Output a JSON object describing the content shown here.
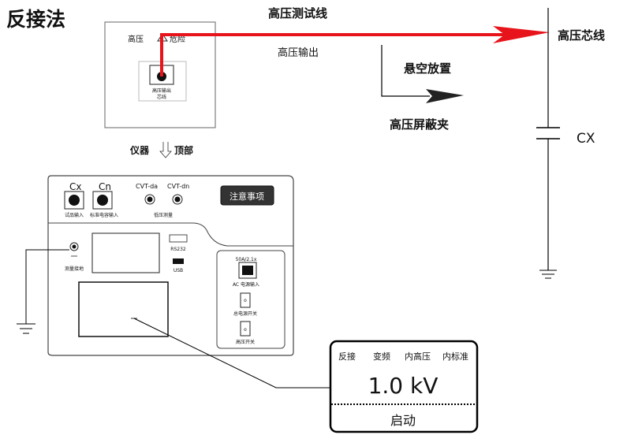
{
  "title": "反接法",
  "labels": {
    "hv_test_line": "高压测试线",
    "hv_core_line": "高压芯线",
    "hv_output": "高压输出",
    "suspend": "悬空放置",
    "hv_shield_clip": "高压屏蔽夹",
    "cx": "CX",
    "instrument_top": "仪器",
    "top_part": "顶部"
  },
  "top_panel": {
    "hv_label": "高压",
    "danger_label": "危险",
    "socket_line1": "高压输出",
    "socket_line2": "芯线"
  },
  "front_panel": {
    "cx_label": "Cx",
    "cn_label": "Cn",
    "cvt_da": "CVT-da",
    "cvt_dn": "CVT-dn",
    "cx_sub": "试品输入",
    "cn_sub": "标准电容输入",
    "cvt_sub": "低压测量",
    "notice_button": "注意事项",
    "ground_label": "测量接地",
    "rs232": "RS232",
    "usb": "USB",
    "power_spec": "50A/2.1x",
    "power_input": "AC 电源输入",
    "hv_switch": "总电源开关",
    "hv_switch2": "高压开关"
  },
  "display": {
    "modes": [
      "反接",
      "变频",
      "内高压",
      "内标准"
    ],
    "voltage": "1.0 kV",
    "start": "启动"
  },
  "colors": {
    "red_line": "#e8141c",
    "wire": "#000000",
    "panel_border": "#444444"
  }
}
